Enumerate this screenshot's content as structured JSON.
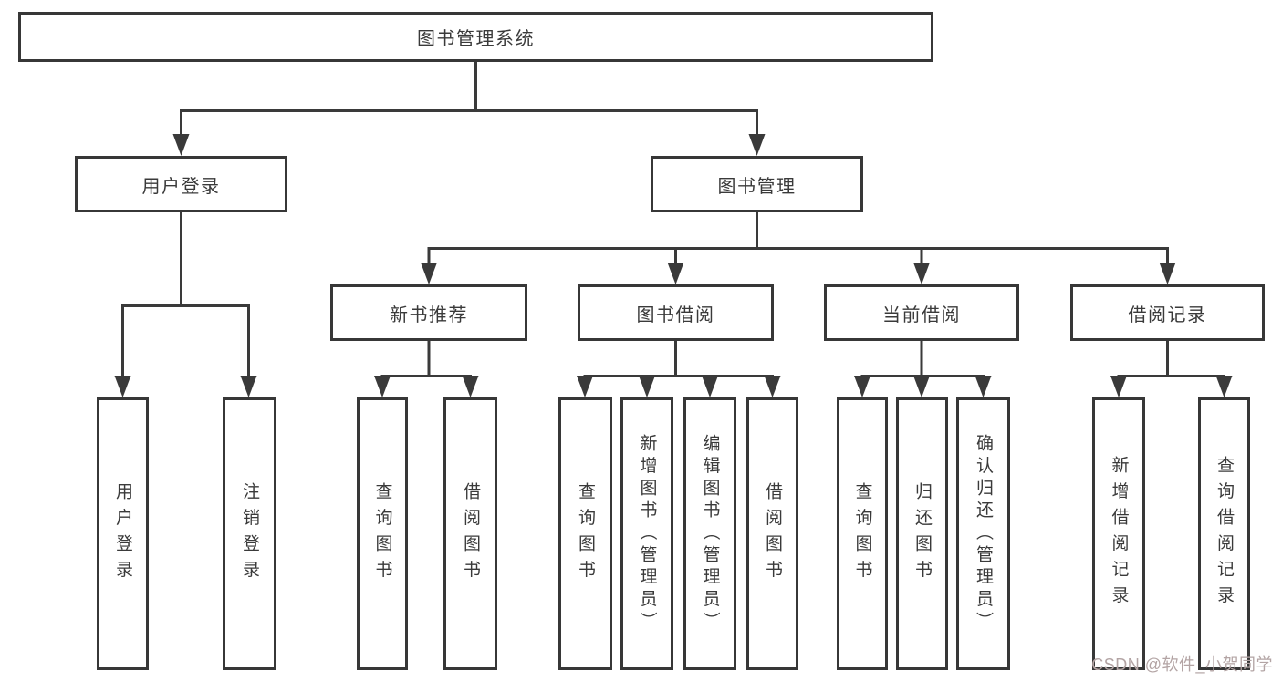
{
  "diagram": {
    "title": "图书管理系统",
    "type": "function-decomposition-tree"
  },
  "colors": {
    "line": "#3a3a3a",
    "box_border": "#373737",
    "box_fill": "#ffffff",
    "text": "#3a3a3a",
    "watermark_text": "#b3a4a4",
    "background": "#ffffff"
  },
  "watermark": "CSDN @软件_小贺同学",
  "tree": {
    "root": "图书管理系统",
    "children": [
      {
        "label": "用户登录",
        "children": [
          "用户登录",
          "注销登录"
        ]
      },
      {
        "label": "图书管理",
        "children": [
          {
            "label": "新书推荐",
            "children": [
              "查询图书",
              "借阅图书"
            ]
          },
          {
            "label": "图书借阅",
            "children": [
              "查询图书",
              "新增图书（管理员）",
              "编辑图书（管理员）",
              "借阅图书"
            ]
          },
          {
            "label": "当前借阅",
            "children": [
              "查询图书",
              "归还图书",
              "确认归还（管理员）"
            ]
          },
          {
            "label": "借阅记录",
            "children": [
              "新增借阅记录",
              "查询借阅记录"
            ]
          }
        ]
      }
    ]
  }
}
